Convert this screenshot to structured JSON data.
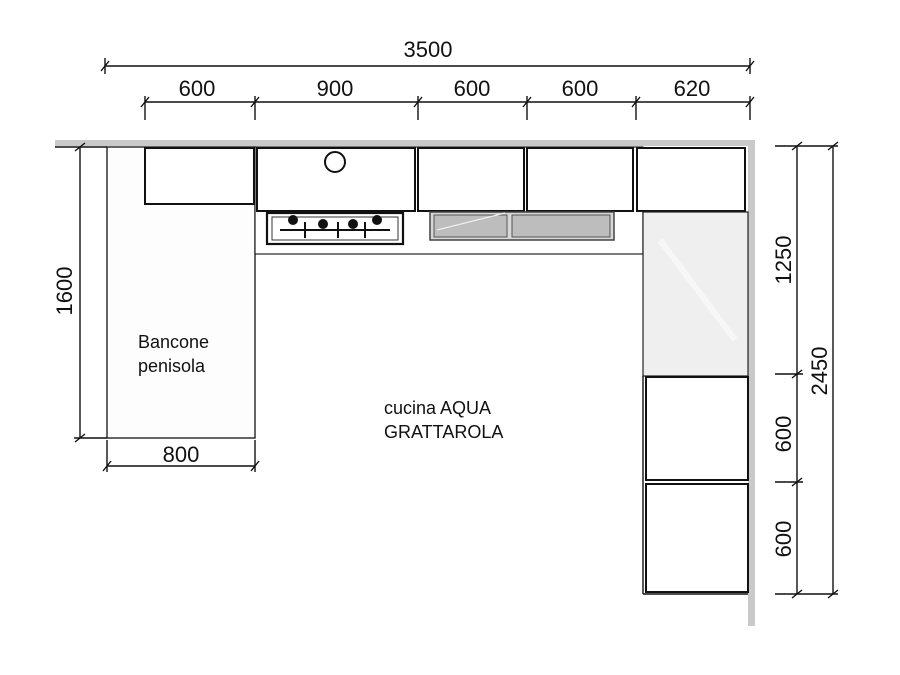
{
  "dimensions": {
    "total_width": "3500",
    "top_segments": [
      "600",
      "900",
      "600",
      "600",
      "620"
    ],
    "peninsula_length": "1600",
    "peninsula_width": "800",
    "right_total": "2450",
    "right_segments": [
      "1250",
      "600",
      "600"
    ]
  },
  "labels": {
    "peninsula_line1": "Bancone",
    "peninsula_line2": "penisola",
    "kitchen_line1": "cucina AQUA",
    "kitchen_line2": "GRATTAROLA"
  },
  "colors": {
    "line": "#111111",
    "wall": "#c9c9c9",
    "worktop_shade": "#f0f0f0"
  }
}
